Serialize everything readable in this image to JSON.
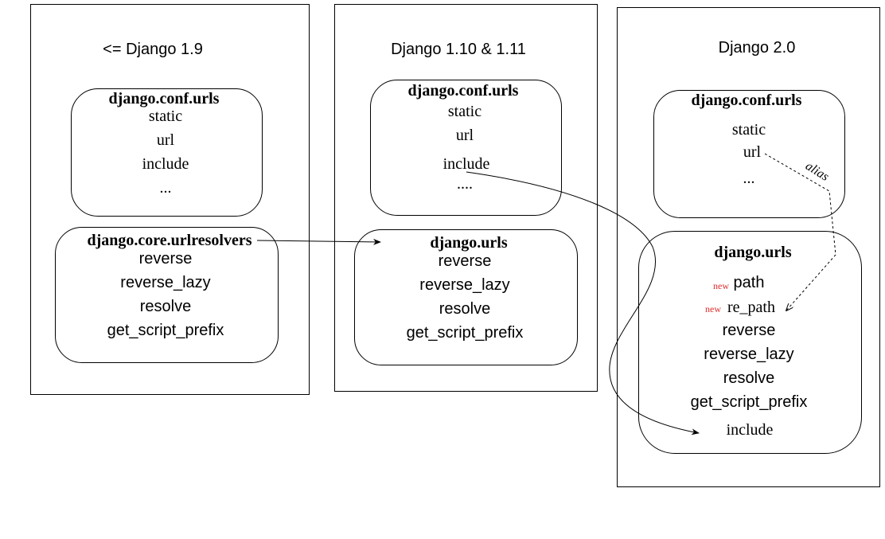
{
  "columns": [
    {
      "title": "<= Django 1.9",
      "top_box": {
        "title": "django.conf.urls",
        "items": [
          "static",
          "url",
          "include",
          "..."
        ]
      },
      "bottom_box": {
        "title": "django.core.urlresolvers",
        "items": [
          "reverse",
          "reverse_lazy",
          "resolve",
          "get_script_prefix"
        ]
      }
    },
    {
      "title": "Django 1.10 & 1.11",
      "top_box": {
        "title": "django.conf.urls",
        "items": [
          "static",
          "url",
          "include",
          "...."
        ]
      },
      "bottom_box": {
        "title": "django.urls",
        "items": [
          "reverse",
          "reverse_lazy",
          "resolve",
          "get_script_prefix"
        ]
      }
    },
    {
      "title": "Django 2.0",
      "top_box": {
        "title": "django.conf.urls",
        "items": [
          "static",
          "url",
          "..."
        ]
      },
      "bottom_box": {
        "title": "django.urls",
        "new_badge": "new",
        "new_items": [
          "path",
          "re_path"
        ],
        "items": [
          "reverse",
          "reverse_lazy",
          "resolve",
          "get_script_prefix",
          "include"
        ]
      }
    }
  ],
  "annotations": {
    "alias_label": "alias"
  }
}
